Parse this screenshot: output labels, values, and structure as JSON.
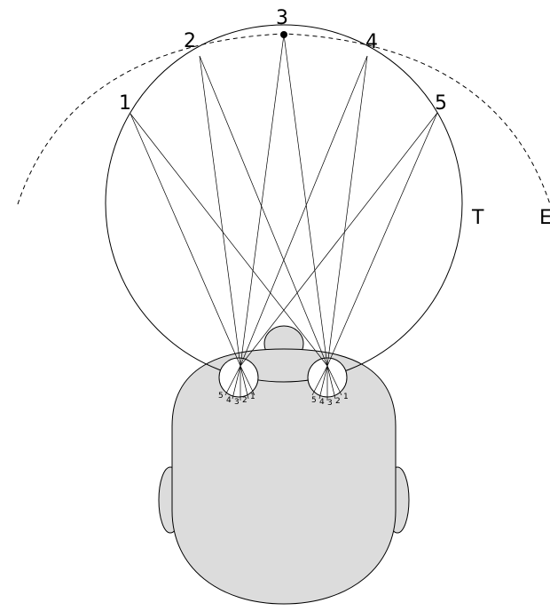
{
  "labels": {
    "point_1": "1",
    "point_2": "2",
    "point_3": "3",
    "point_4": "4",
    "point_5": "5",
    "circle_T": "T",
    "curve_E": "E"
  },
  "retina_labels": [
    "5",
    "4",
    "3",
    "2",
    "1"
  ],
  "colors": {
    "head_fill": "#dcdcdc",
    "line": "#000000",
    "background": "#ffffff"
  }
}
